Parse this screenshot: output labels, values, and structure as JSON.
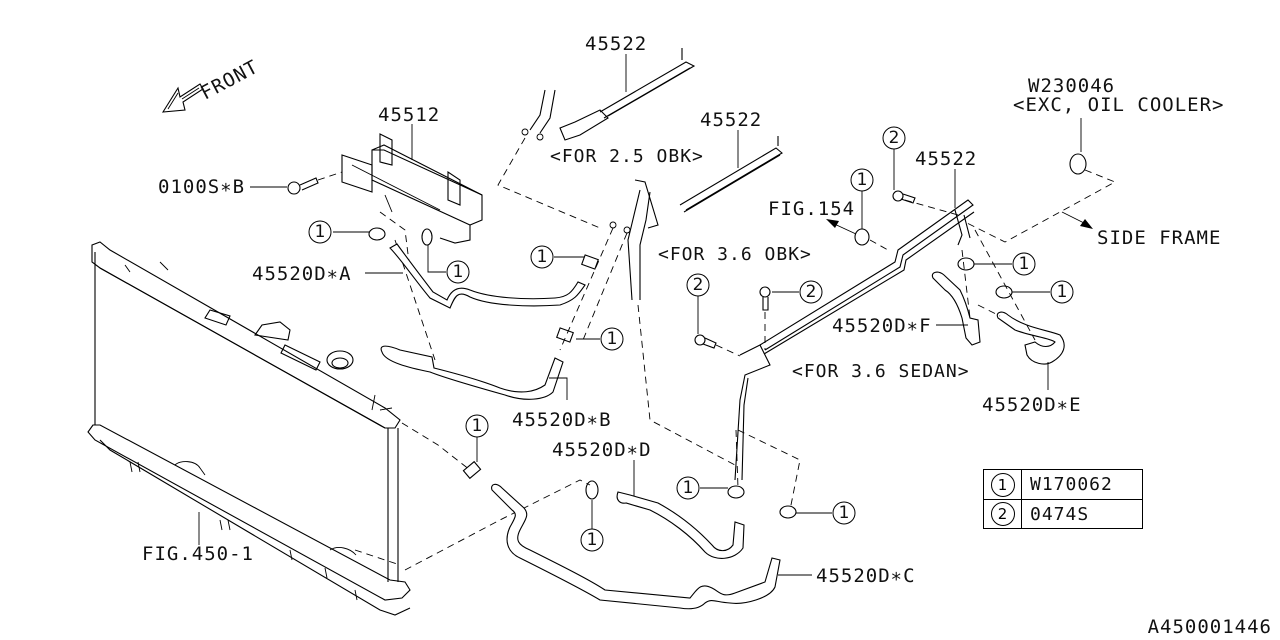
{
  "diagram": {
    "id": "A450001446",
    "front_label": "FRONT",
    "labels": {
      "oil_cooler": "45512",
      "bolt_0100s": "0100S∗B",
      "pipe_25_obk": "45522",
      "note_25_obk": "<FOR 2.5 OBK>",
      "pipe_36_obk": "45522",
      "note_36_obk": "<FOR 3.6 OBK>",
      "pipe_36_sedan": "45522",
      "note_36_sedan": "<FOR 3.6 SEDAN>",
      "grommet": "W230046",
      "grommet_note": "<EXC, OIL COOLER>",
      "fig154": "FIG.154",
      "side_frame": "SIDE FRAME",
      "hose_a": "45520D∗A",
      "hose_b": "45520D∗B",
      "hose_c": "45520D∗C",
      "hose_d": "45520D∗D",
      "hose_e": "45520D∗E",
      "hose_f": "45520D∗F",
      "fig450": "FIG.450-1"
    },
    "callouts": {
      "one": "1",
      "two": "2"
    },
    "legend": [
      {
        "ref": "1",
        "part": "W170062"
      },
      {
        "ref": "2",
        "part": "0474S"
      }
    ]
  }
}
